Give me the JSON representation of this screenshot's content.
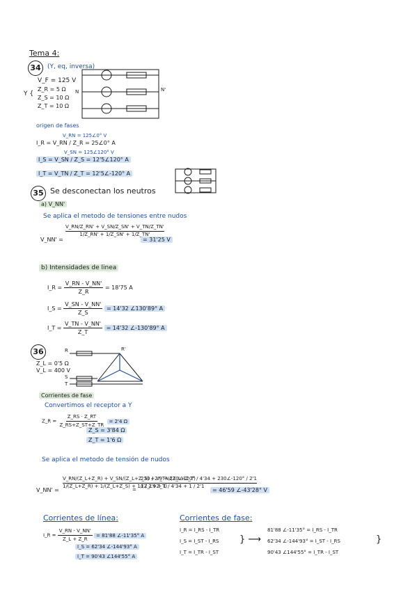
{
  "tema": "Tema 4:",
  "p34": {
    "number": "34",
    "subtitle": "(Y, eq, inversa)",
    "vf": "V_F = 125 V",
    "z_list": [
      "Z_R = 5 Ω",
      "Z_S = 10 Ω",
      "Z_T = 10 Ω"
    ],
    "origin_note": "origen de fases",
    "v_rn": "V_RN = 125∠0° V",
    "ir": "I_R = V_RN / Z_R = 25∠0° A",
    "v_sn": "V_SN = 125∠120° V",
    "is": "I_S = V_SN / Z_S = 12'5∠120° A",
    "it": "I_T = V_TN / Z_T = 12'5∠-120° A"
  },
  "p35": {
    "number": "35",
    "title": "Se desconectan los neutros",
    "sub_a": "a) V_NN'",
    "method": "Se aplica el metodo de tensiones entre nudos",
    "vnn": "V_NN' =",
    "vnn_result": "= 31'25 V",
    "section_b": "b) Intensidades de linea",
    "ir": "= 18'75 A",
    "is": "= 14'32 ∠130'89° A",
    "it": "= 14'32 ∠-130'89° A"
  },
  "p36": {
    "number": "36",
    "zl": "Z_L = 0'5 Ω",
    "vl": "V_L = 400 V",
    "phase_currents": "Corrientes de fase",
    "convert": "Convertimos el receptor a Y",
    "zr_formula": "Z_R = Z_RS · Z_RT / (Z_RS + Z_ST + Z_TR) = 2'4 Ω",
    "zs": "Z_S = 3'84 Ω",
    "zt": "Z_T = 1'6 Ω",
    "method": "Se aplica el metodo de tensión de nudos",
    "vnn_result": "= 46'59 ∠-43'28° V",
    "vals": [
      "230 / 2'9",
      "230∠120° / 4'34",
      "230∠-120° / 2'1",
      "1 / 2'9",
      "1 / 4'34",
      "1 / 2'1"
    ],
    "line_currents_title": "Corrientes de línea:",
    "ir": "= 81'88 ∠-11'35° A",
    "is": "I_S = 62'34 ∠-144'93° A",
    "it": "I_T = 90'43 ∠144'55° A",
    "phase_currents_title": "Corrientes de fase:",
    "phase_eq": [
      "I_R = I_RS - I_TR",
      "I_S = I_ST - I_RS",
      "I_T = I_TR - I_ST"
    ],
    "phase_vals": [
      "81'88 ∠-11'35° = I_RS - I_TR",
      "62'34 ∠-144'93° = I_ST - I_RS",
      "90'43 ∠144'55° = I_TR - I_ST"
    ]
  }
}
